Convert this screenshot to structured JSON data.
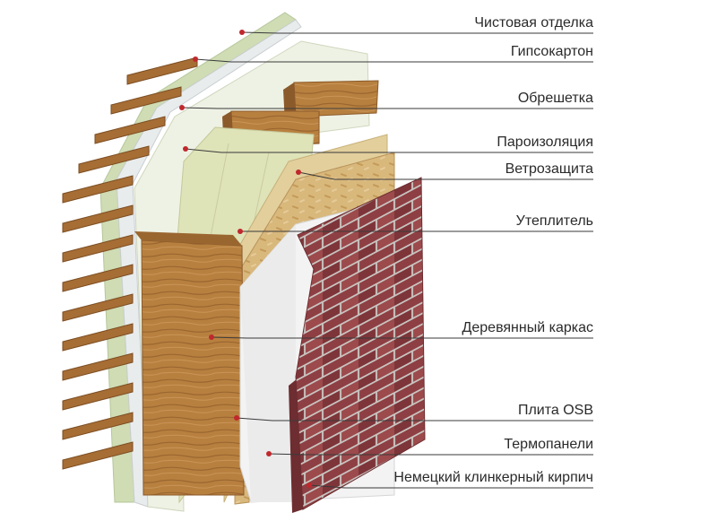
{
  "labels": [
    {
      "id": "finish",
      "text": "Чистовая отделка"
    },
    {
      "id": "drywall",
      "text": "Гипсокартон"
    },
    {
      "id": "lathing",
      "text": "Обрешетка"
    },
    {
      "id": "vapor",
      "text": "Пароизоляция"
    },
    {
      "id": "wind",
      "text": "Ветрозащита"
    },
    {
      "id": "insulation",
      "text": "Утеплитель"
    },
    {
      "id": "frame",
      "text": "Деревянный каркас"
    },
    {
      "id": "osb",
      "text": "Плита  OSB"
    },
    {
      "id": "thermo",
      "text": "Термопанели"
    },
    {
      "id": "brick",
      "text": "Немецкий клинкерный кирпич"
    }
  ],
  "colors": {
    "leader_line": "#3a3a3a",
    "dot": "#c0282d",
    "finish_layer": "#cfdcb4",
    "drywall": "#e9eced",
    "vapor": "#eef2e4",
    "insulation": "#dfe3b8",
    "wood": "#b47a3e",
    "osb": "#d8b57a",
    "thermo_panel": "#f3f3f3",
    "brick": "#8e3f43",
    "mortar": "#c9c4c0"
  }
}
